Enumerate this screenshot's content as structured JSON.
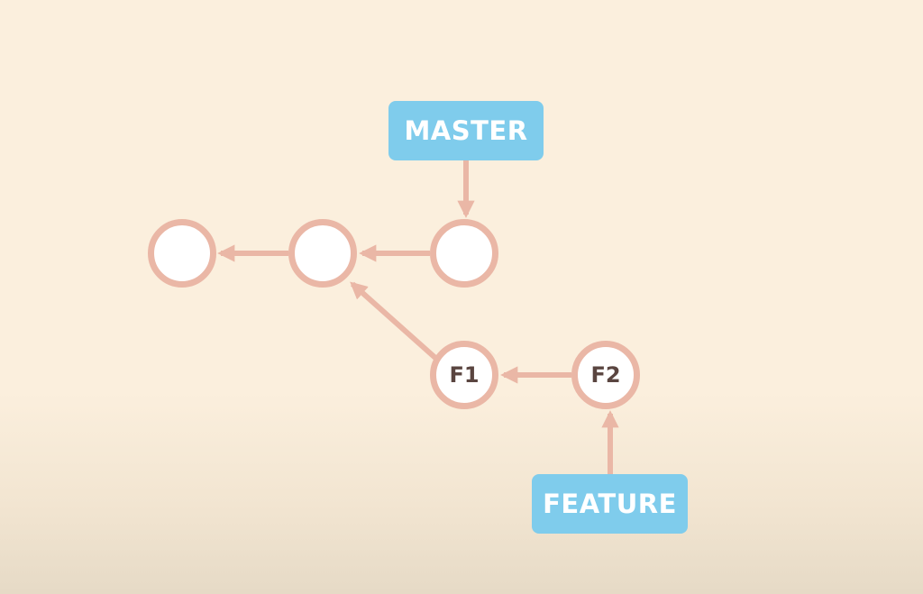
{
  "branches": {
    "master": "MASTER",
    "feature": "FEATURE"
  },
  "commits": {
    "f1": "F1",
    "f2": "F2"
  },
  "colors": {
    "background": "#fbefdd",
    "commit_border": "#eab7a6",
    "arrow": "#eab7a6",
    "label_background": "#7fccec",
    "label_text": "#ffffff",
    "commit_text": "#5a4540"
  }
}
